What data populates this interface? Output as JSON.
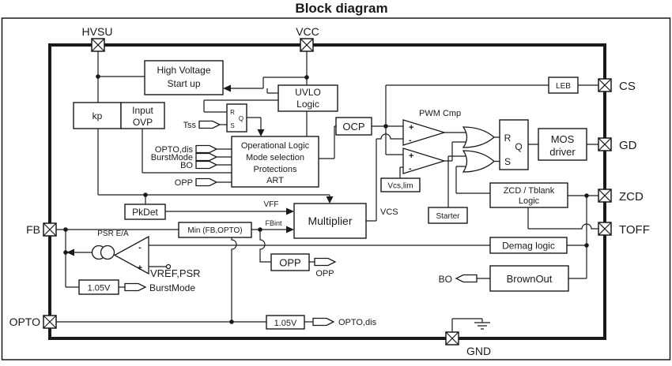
{
  "title": "Block diagram",
  "pins": {
    "hvsu": "HVSU",
    "vcc": "VCC",
    "cs": "CS",
    "gd": "GD",
    "zcd": "ZCD",
    "toff": "TOFF",
    "fb": "FB",
    "opto": "OPTO",
    "gnd": "GND"
  },
  "blocks": {
    "hv_startup": [
      "High Voltage",
      "Start up"
    ],
    "uvlo": [
      "UVLO",
      "Logic"
    ],
    "kp": "kp",
    "input_ovp": [
      "Input",
      "OVP"
    ],
    "op_logic": [
      "Operational Logic",
      "Mode selection",
      "Protections",
      "ART"
    ],
    "ocp": "OCP",
    "leb": "LEB",
    "mos_driver": [
      "MOS",
      "driver"
    ],
    "zcd_tblank": [
      "ZCD / Tblank",
      "Logic"
    ],
    "demag": "Demag logic",
    "brownout": "BrownOut",
    "multiplier": "Multiplier",
    "pkdet": "PkDet",
    "min_fb_opto": "Min (FB,OPTO)",
    "vcs_lim": "Vcs,lim",
    "starter": "Starter",
    "opp": "OPP",
    "v105_left": "1.05V",
    "v105_bottom": "1.05V"
  },
  "latch": {
    "r": "R",
    "s": "S",
    "q": "Q"
  },
  "cmp": {
    "plus": "+",
    "minus": "-",
    "pwm_label": "PWM Cmp"
  },
  "signals": {
    "tss": "Tss",
    "opto_dis_in": "OPTO,dis",
    "burstmode_in": "BurstMode",
    "bo_in": "BO",
    "opp_in": "OPP",
    "vff": "VFF",
    "fbint": "FBint",
    "vcs": "VCS",
    "psr_ea": "PSR E/A",
    "vref_psr": "VREF,PSR",
    "burstmode_out": "BurstMode",
    "opp_out": "OPP",
    "opto_dis_out": "OPTO,dis",
    "bo_out": "BO"
  },
  "colors": {
    "ink": "#1a1a1a",
    "paper": "#ffffff"
  }
}
